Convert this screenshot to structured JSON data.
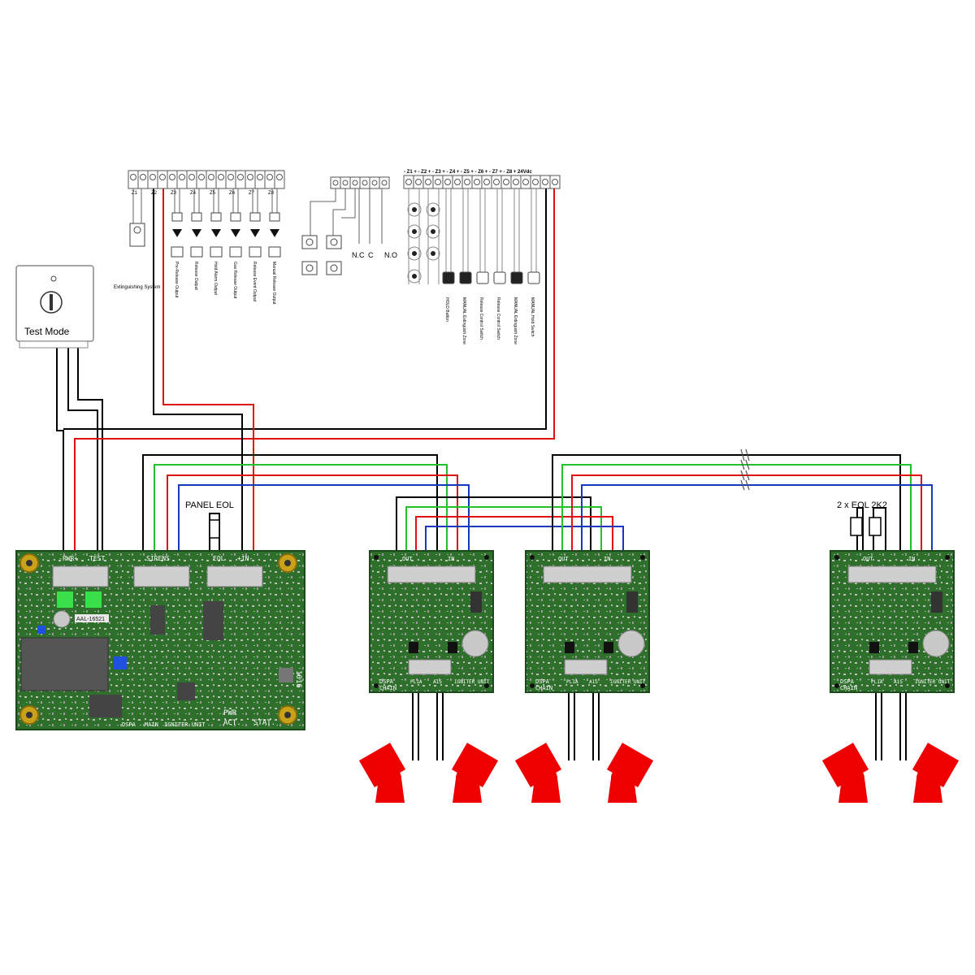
{
  "test_mode": {
    "label": "Test Mode"
  },
  "panel_terminals": {
    "zone_labels": [
      "Z1",
      "Z2",
      "Z3",
      "Z4",
      "Z5",
      "Z6",
      "Z7",
      "Z8"
    ],
    "extinguishing_label": "Extinguishing System",
    "output_labels": [
      "Pre-Release Output",
      "Release Output",
      "Hold Alarm Output",
      "Gas Release Output",
      "Release Event Output",
      "Manual Release Output"
    ]
  },
  "relay": {
    "labels": [
      "N.C",
      "C",
      "N.O"
    ]
  },
  "zone_bank": {
    "header": "- Z1 + - Z2 + - Z3 + - Z4 + - Z5 + - Z6 + - Z7 + - Z8 + 24Vdc",
    "labels": [
      "HOLD Button",
      "MANUAL Extinguish Zone",
      "Release Control Switch",
      "Release Control Switch",
      "MANUAL Extinguish Zone",
      "MANUAL Hold Switch"
    ]
  },
  "eol": {
    "panel": "PANEL EOL",
    "remote": "2 x EOL 2K2"
  },
  "main_board": {
    "top_labels": [
      "-PWR+",
      "TEST",
      "SIRENS",
      "EOL",
      "+IN-"
    ],
    "bottom_labels": [
      "DSPA",
      "MAIN",
      "IGNITER UNIT",
      "PWR",
      "ACT.",
      "STAT."
    ],
    "side_label": "1016",
    "chip_label": "AAL-16521"
  },
  "slave_board": {
    "top_labels": [
      "OUT",
      "IN"
    ],
    "bottom_labels": [
      "DSPA",
      "CHAIN",
      "PL1A",
      "A1S",
      "IGNITER UNIT"
    ]
  },
  "colors": {
    "pcb": "#2e6e2c",
    "black_wire": "#000000",
    "red_wire": "#e01010",
    "green_wire": "#22c02a",
    "blue_wire": "#1838c0",
    "nozzle": "#ee0000"
  }
}
